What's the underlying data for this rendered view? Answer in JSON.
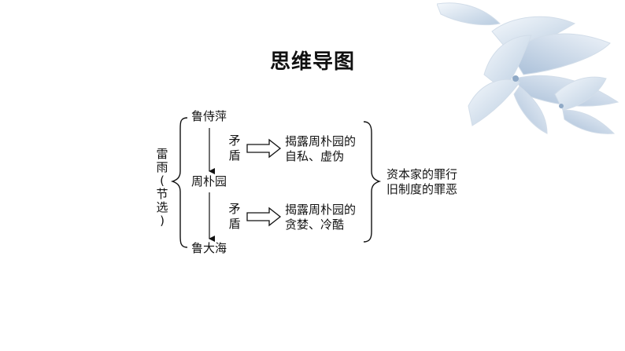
{
  "slide": {
    "title": "思维导图",
    "work_title_chars": [
      "雷",
      "雨",
      "(",
      "节",
      "选",
      ")"
    ],
    "characters": {
      "top": "鲁侍萍",
      "middle": "周朴园",
      "bottom": "鲁大海"
    },
    "conflicts": [
      {
        "label_chars": [
          "矛",
          "盾"
        ],
        "result_line1": "揭露周朴园的",
        "result_line2": "自私、虚伪"
      },
      {
        "label_chars": [
          "矛",
          "盾"
        ],
        "result_line1": "揭露周朴园的",
        "result_line2": "贪婪、冷酷"
      }
    ],
    "theme": {
      "line1": "资本家的罪行",
      "line2": "旧制度的罪恶"
    }
  }
}
